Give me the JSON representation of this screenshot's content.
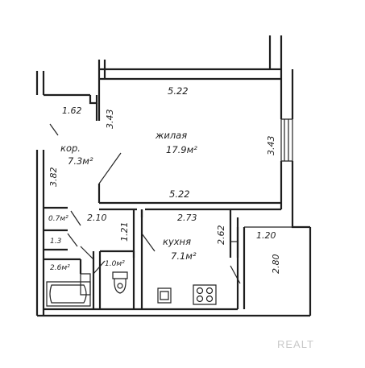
{
  "rooms": {
    "living": {
      "name": "жилая",
      "area": "17.9м²",
      "width_top": "5.22",
      "width_bottom": "5.22",
      "depth_left": "3.43",
      "depth_right": "3.43"
    },
    "corridor": {
      "name": "кор.",
      "area": "7.3м²",
      "width": "1.62",
      "depth": "3.82"
    },
    "kitchen": {
      "name": "кухня",
      "area": "7.1м²",
      "width": "2.73",
      "depth": "2.62"
    },
    "bathroom": {
      "area": "2.6м²"
    },
    "toilet": {
      "area": "1.0м²"
    },
    "hall": {
      "width": "2.10",
      "depth": "1.21"
    },
    "closet": {
      "area": "0.7м²",
      "size": "1.3"
    },
    "balcony": {
      "width": "1.20",
      "depth": "2.80"
    }
  },
  "watermark": "REALT"
}
